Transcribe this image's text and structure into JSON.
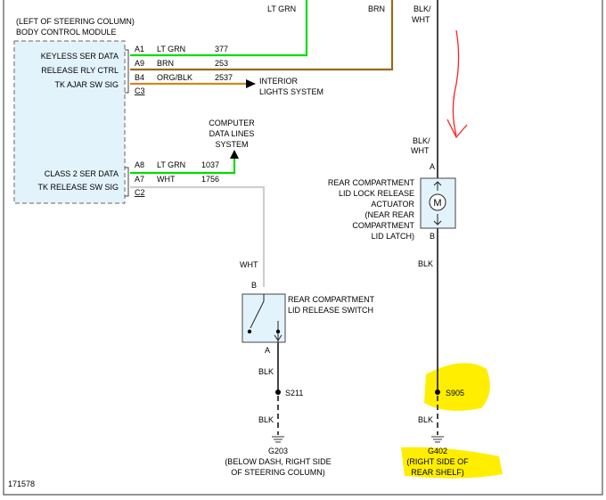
{
  "module": {
    "title_line1": "(LEFT OF STEERING COLUMN)",
    "title_line2": "BODY CONTROL MODULE",
    "pins": [
      {
        "label": "KEYLESS SER DATA",
        "pin": "A1",
        "color": "LT GRN",
        "circuit": "377"
      },
      {
        "label": "RELEASE RLY CTRL",
        "pin": "A9",
        "color": "BRN",
        "circuit": "253"
      },
      {
        "label": "TK AJAR SW SIG",
        "pin": "B4",
        "color": "ORG/BLK",
        "circuit": "2537"
      },
      {
        "label": "",
        "pin": "C3",
        "color": "",
        "circuit": ""
      },
      {
        "label": "CLASS 2 SER DATA",
        "pin": "A8",
        "color": "LT GRN",
        "circuit": "1037"
      },
      {
        "label": "TK RELEASE SW SIG",
        "pin": "A7",
        "color": "WHT",
        "circuit": "1756"
      },
      {
        "label": "",
        "pin": "C2",
        "color": "",
        "circuit": ""
      }
    ]
  },
  "top_wires": {
    "lt_grn": "LT GRN",
    "brn": "BRN",
    "blk_wht_1": "BLK/",
    "blk_wht_2": "WHT"
  },
  "interior_lights": {
    "line1": "INTERIOR",
    "line2": "LIGHTS SYSTEM"
  },
  "computer_data": {
    "line1": "COMPUTER",
    "line2": "DATA LINES",
    "line3": "SYSTEM"
  },
  "actuator": {
    "wire_top_1": "BLK/",
    "wire_top_2": "WHT",
    "pin_top": "A",
    "pin_bottom": "B",
    "motor_symbol": "M",
    "label_lines": [
      "REAR COMPARTMENT",
      "LID LOCK RELEASE",
      "ACTUATOR",
      "(NEAR REAR",
      "COMPARTMENT",
      "LID LATCH)"
    ],
    "wire_bottom": "BLK"
  },
  "switch": {
    "wire_top": "WHT",
    "pin_top": "B",
    "pin_bottom": "A",
    "label_line1": "REAR COMPARTMENT",
    "label_line2": "LID RELEASE SWITCH",
    "wire_bottom": "BLK"
  },
  "splices": {
    "s211": "S211",
    "s905": "S905"
  },
  "ground_left": {
    "wire": "BLK",
    "name": "G203",
    "line1": "(BELOW DASH, RIGHT SIDE",
    "line2": "OF STEERING COLUMN)"
  },
  "ground_right": {
    "wire": "BLK",
    "name": "G402",
    "line1": "(RIGHT SIDE OF",
    "line2": "REAR SHELF)"
  },
  "figure_number": "171578",
  "colors": {
    "lt_grn": "#00dd00",
    "brn": "#9a6a1a",
    "org_blk": "#d08a1e",
    "wht": "#cfcfcf",
    "blk": "#444444",
    "highlight": "#ffee00",
    "annotation": "#ff2222",
    "box_fill": "#e3f3fc"
  }
}
